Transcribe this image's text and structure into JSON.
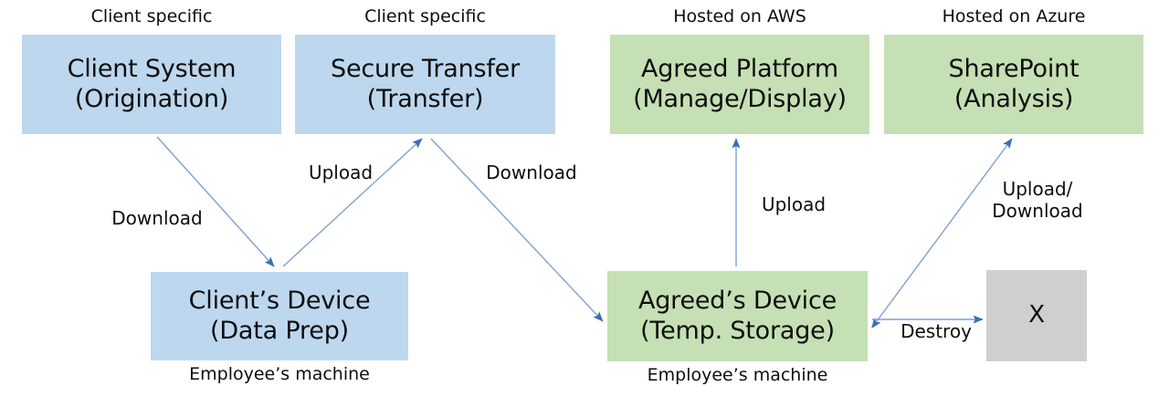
{
  "diagram": {
    "title_hidden": "",
    "colors": {
      "blue_fill": "#bdd7ee",
      "green_fill": "#c5e0b4",
      "gray_fill": "#d0cece",
      "arrow": "#4472c4",
      "text": "#0d0d0d",
      "background": "#ffffff"
    },
    "nodes": [
      {
        "id": "client-system",
        "line1": "Client System",
        "line2": "(Origination)",
        "caption": "Client specific",
        "caption_position": "above",
        "fill": "blue"
      },
      {
        "id": "secure-transfer",
        "line1": "Secure Transfer",
        "line2": "(Transfer)",
        "caption": "Client specific",
        "caption_position": "above",
        "fill": "blue"
      },
      {
        "id": "agreed-platform",
        "line1": "Agreed Platform",
        "line2": "(Manage/Display)",
        "caption": "Hosted on AWS",
        "caption_position": "above",
        "fill": "green"
      },
      {
        "id": "sharepoint",
        "line1": "SharePoint",
        "line2": "(Analysis)",
        "caption": "Hosted on Azure",
        "caption_position": "above",
        "fill": "green"
      },
      {
        "id": "clients-device",
        "line1": "Client’s Device",
        "line2": "(Data Prep)",
        "caption": "Employee’s machine",
        "caption_position": "below",
        "fill": "blue"
      },
      {
        "id": "agreeds-device",
        "line1": "Agreed’s Device",
        "line2": "(Temp. Storage)",
        "caption": "Employee’s machine",
        "caption_position": "below",
        "fill": "green"
      },
      {
        "id": "destroyed",
        "line1": "X",
        "line2": "",
        "caption": "",
        "caption_position": "none",
        "fill": "gray"
      }
    ],
    "edges": [
      {
        "id": "client-system-to-clients-device",
        "label_line1": "Download",
        "label_line2": "",
        "from": "client-system",
        "to": "clients-device",
        "direction": "one-way"
      },
      {
        "id": "clients-device-to-secure-transfer",
        "label_line1": "Upload",
        "label_line2": "",
        "from": "clients-device",
        "to": "secure-transfer",
        "direction": "one-way"
      },
      {
        "id": "secure-transfer-to-agreeds-device",
        "label_line1": "Download",
        "label_line2": "",
        "from": "secure-transfer",
        "to": "agreeds-device",
        "direction": "one-way"
      },
      {
        "id": "agreeds-device-to-agreed-platform",
        "label_line1": "Upload",
        "label_line2": "",
        "from": "agreeds-device",
        "to": "agreed-platform",
        "direction": "one-way"
      },
      {
        "id": "agreeds-device-to-sharepoint",
        "label_line1": "Upload/",
        "label_line2": "Download",
        "from": "agreeds-device",
        "to": "sharepoint",
        "direction": "two-way"
      },
      {
        "id": "agreeds-device-to-destroyed",
        "label_line1": "Destroy",
        "label_line2": "",
        "from": "agreeds-device",
        "to": "destroyed",
        "direction": "one-way"
      }
    ]
  }
}
